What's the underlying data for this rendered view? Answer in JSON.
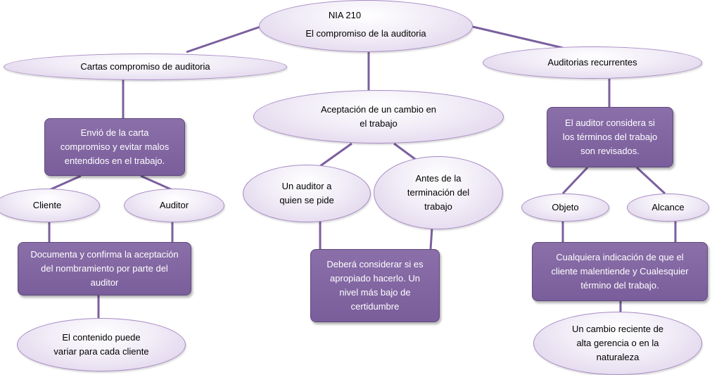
{
  "root": {
    "title": "NIA 210",
    "subtitle": "El compromiso de la auditoria"
  },
  "left": {
    "branch": "Cartas compromiso de  auditoria",
    "box": "Envió de la carta\ncompromiso y evitar malos\nentendidos en el trabajo.",
    "child_left": "Cliente",
    "child_right": "Auditor",
    "result_box": "Documenta y confirma la aceptación\ndel nombramiento por parte del\nauditor",
    "note": "El contenido puede\nvariar para cada cliente"
  },
  "center": {
    "branch": "Aceptación de un cambio en\nel trabajo",
    "child_left": "Un auditor a\nquien se pide",
    "child_right": "Antes de la\nterminación del\ntrabajo",
    "result_box": "Deberá considerar si es\napropiado hacerlo. Un\nnivel más bajo de\ncertidumbre"
  },
  "right": {
    "branch": "Auditorias recurrentes",
    "box": "El auditor considera si\nlos términos del trabajo\nson revisados.",
    "child_left": "Objeto",
    "child_right": "Alcance",
    "result_box": "Cualquiera indicación de que el\ncliente malentiende y Cualesquier\ntérmino del trabajo.",
    "note": "Un cambio reciente de\nalta gerencia o en la\nnaturaleza"
  },
  "colors": {
    "connector": "#7b5f9e",
    "box_fill": "#7a5e9b",
    "ellipse_border": "#a78bc4"
  }
}
